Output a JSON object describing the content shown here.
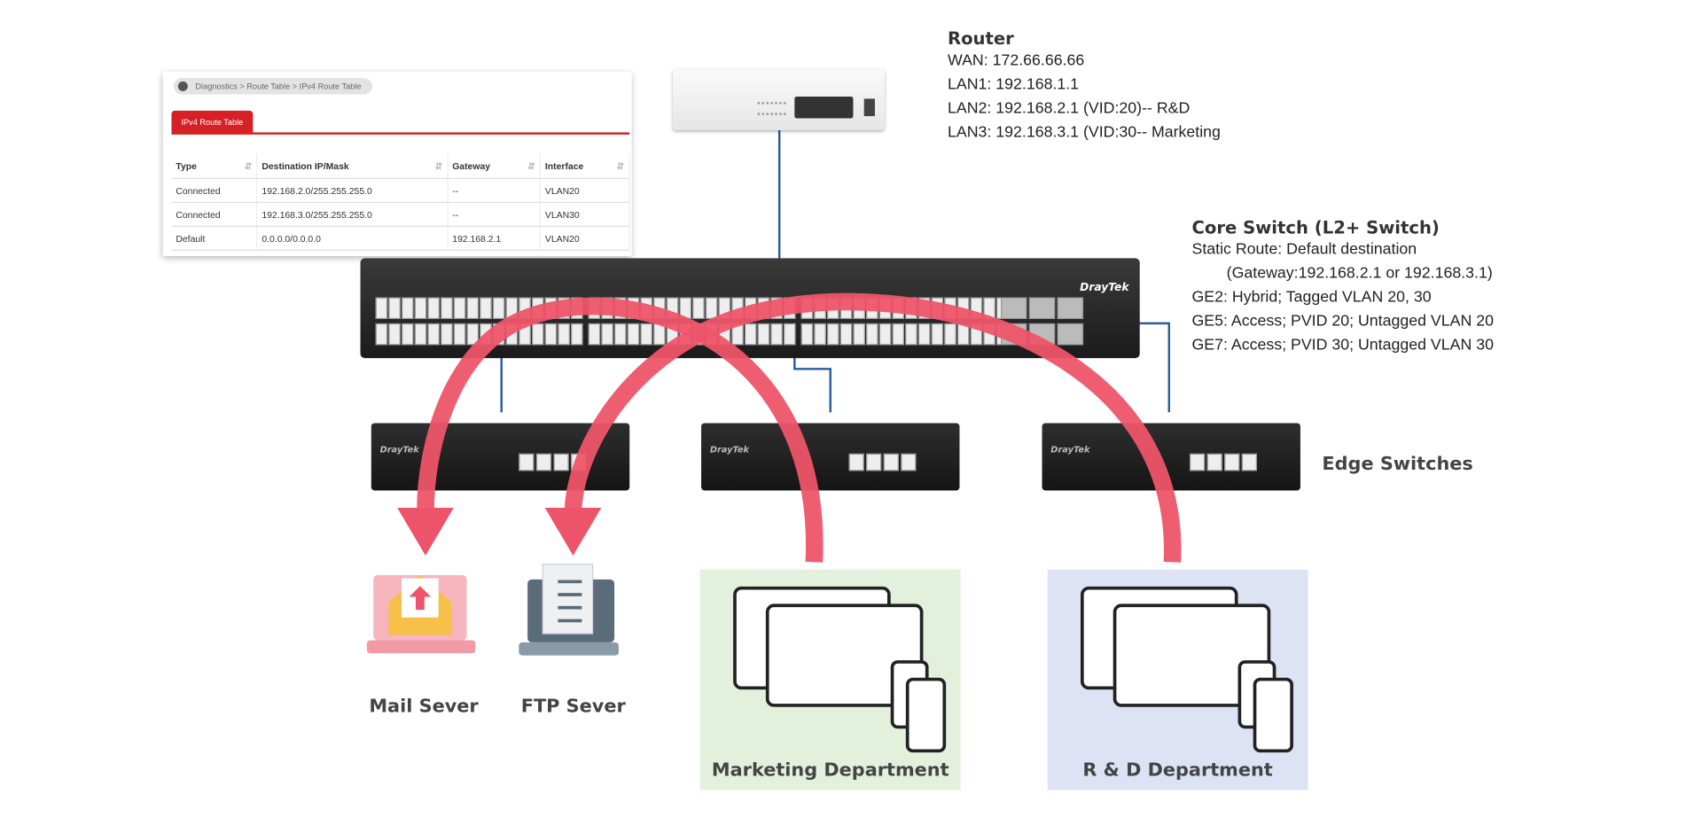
{
  "route_table": {
    "breadcrumb": "Diagnostics > Route Table  > IPv4 Route Table",
    "tab": "IPv4 Route Table",
    "columns": [
      "Type",
      "Destination IP/Mask",
      "Gateway",
      "Interface"
    ],
    "rows": [
      [
        "Connected",
        "192.168.2.0/255.255.255.0",
        "--",
        "VLAN20"
      ],
      [
        "Connected",
        "192.168.3.0/255.255.255.0",
        "--",
        "VLAN30"
      ],
      [
        "Default",
        "0.0.0.0/0.0.0.0",
        "192.168.2.1",
        "VLAN20"
      ]
    ]
  },
  "router": {
    "title": "Router",
    "lines": [
      "WAN: 172.66.66.66",
      "LAN1: 192.168.1.1",
      "LAN2: 192.168.2.1 (VID:20)-- R&D",
      "LAN3: 192.168.3.1 (VID:30-- Marketing"
    ]
  },
  "core_switch": {
    "title": "Core Switch (L2+ Switch)",
    "lines": [
      "Static Route: Default destination",
      "(Gateway:192.168.2.1 or 192.168.3.1)",
      "GE2: Hybrid; Tagged VLAN 20, 30",
      "GE5: Access; PVID 20; Untagged VLAN 20",
      "GE7: Access; PVID 30; Untagged VLAN 30"
    ],
    "brand": "DrayTek"
  },
  "edge_switches": {
    "label": "Edge Switches",
    "brand": "DrayTek"
  },
  "endpoints": {
    "mail": "Mail Sever",
    "ftp": "FTP Sever",
    "marketing": "Marketing Department",
    "rd": "R & D Department"
  },
  "colors": {
    "arrow": "#ee5469",
    "link": "#2a5d9f",
    "marketing_bg": "#e3f1dc",
    "rd_bg": "#dde3f5",
    "tab": "#d71f26"
  }
}
